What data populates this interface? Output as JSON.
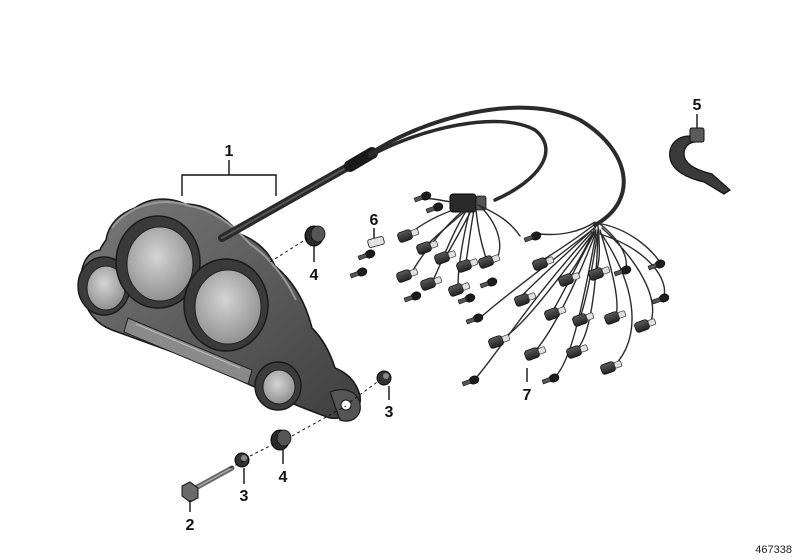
{
  "diagram": {
    "reference_number": "467338",
    "colors": {
      "housing": "#4a4a4a",
      "housing_light": "#6b6b6b",
      "gauge_face": "#9a9a9a",
      "gauge_glass": "#c9c9c9",
      "cable": "#2a2a2a",
      "connector": "#3c3c3c",
      "pin": "#d9d9d9"
    },
    "callouts": [
      {
        "id": "1",
        "label": "1"
      },
      {
        "id": "2",
        "label": "2"
      },
      {
        "id": "3a",
        "label": "3"
      },
      {
        "id": "3b",
        "label": "3"
      },
      {
        "id": "4a",
        "label": "4"
      },
      {
        "id": "4b",
        "label": "4"
      },
      {
        "id": "5",
        "label": "5"
      },
      {
        "id": "6",
        "label": "6"
      },
      {
        "id": "7",
        "label": "7"
      }
    ]
  }
}
